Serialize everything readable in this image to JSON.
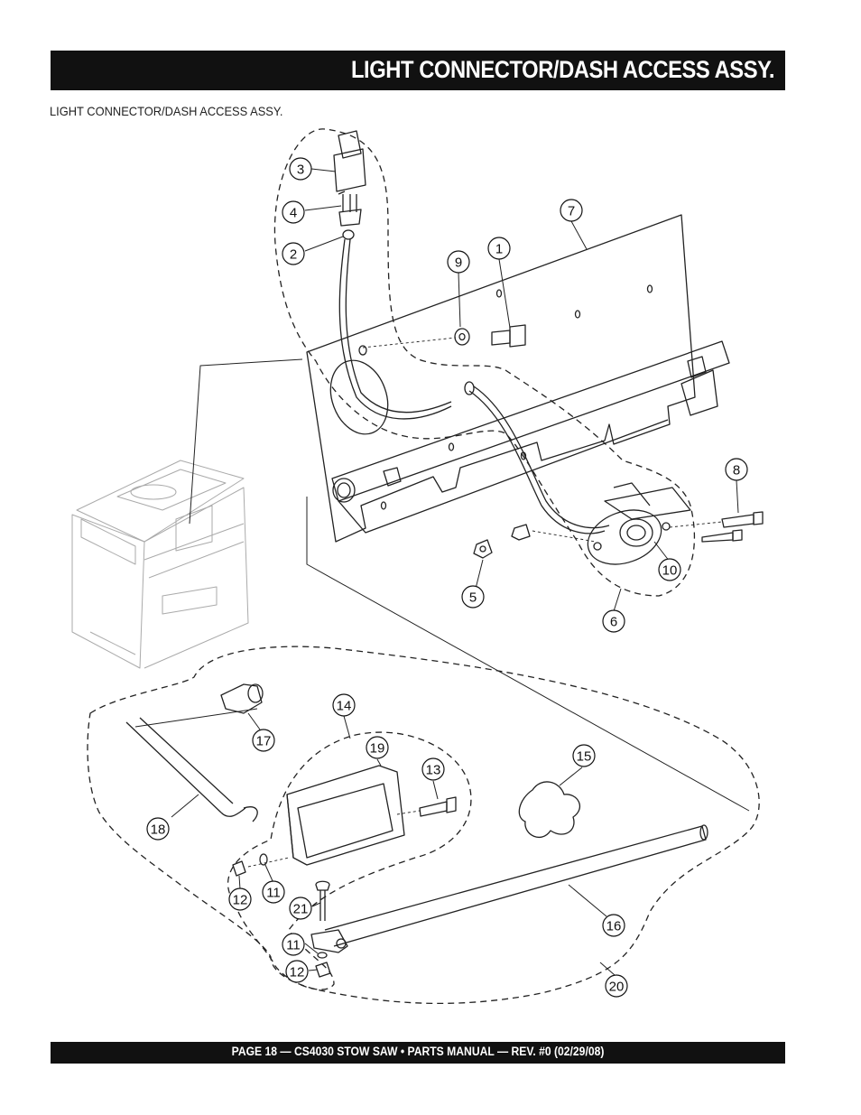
{
  "header": {
    "title": "LIGHT CONNECTOR/DASH ACCESS  ASSY."
  },
  "caption": "LIGHT CONNECTOR/DASH ACCESS ASSY.",
  "footer": {
    "text": "PAGE 18 — CS4030 STOW SAW • PARTS MANUAL — REV. #0 (02/29/08)"
  },
  "callouts": [
    {
      "id": "3",
      "label": "3"
    },
    {
      "id": "4",
      "label": "4"
    },
    {
      "id": "2",
      "label": "2"
    },
    {
      "id": "7",
      "label": "7"
    },
    {
      "id": "1",
      "label": "1"
    },
    {
      "id": "9",
      "label": "9"
    },
    {
      "id": "8",
      "label": "8"
    },
    {
      "id": "10",
      "label": "10"
    },
    {
      "id": "5",
      "label": "5"
    },
    {
      "id": "6",
      "label": "6"
    },
    {
      "id": "14",
      "label": "14"
    },
    {
      "id": "17",
      "label": "17"
    },
    {
      "id": "19",
      "label": "19"
    },
    {
      "id": "13",
      "label": "13"
    },
    {
      "id": "15",
      "label": "15"
    },
    {
      "id": "18",
      "label": "18"
    },
    {
      "id": "12a",
      "label": "12"
    },
    {
      "id": "11a",
      "label": "11"
    },
    {
      "id": "21",
      "label": "21"
    },
    {
      "id": "16",
      "label": "16"
    },
    {
      "id": "11b",
      "label": "11"
    },
    {
      "id": "12b",
      "label": "12"
    },
    {
      "id": "20",
      "label": "20"
    }
  ]
}
